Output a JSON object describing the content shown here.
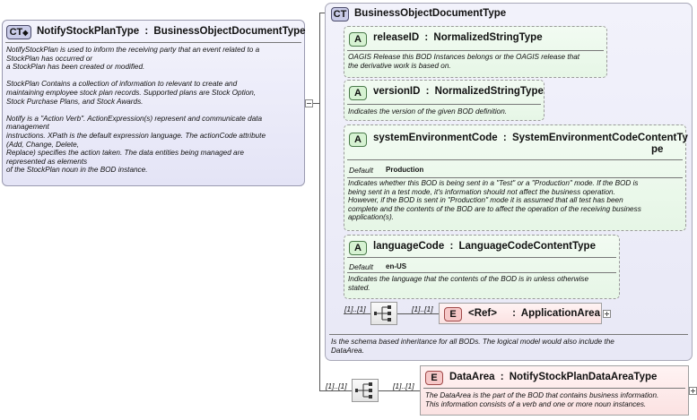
{
  "main_type": {
    "badge": "CT",
    "name": "NotifyStockPlanType",
    "base": "BusinessObjectDocumentType",
    "description": [
      "NotifyStockPlan is used to inform the receiving party that an event related to a",
      "StockPlan has occurred or",
      "a StockPlan has been created or modified.",
      "",
      "StockPlan  Contains a collection of information to relevant to create and",
      "maintaining employee stock plan records. Supported plans are Stock Option,",
      "Stock Purchase Plans, and Stock Awards.",
      "",
      "Notify is a \"Action Verb\". ActionExpression(s) represent and communicate data",
      "management",
      "instructions. XPath is the default expression language. The actionCode attribute",
      "(Add, Change, Delete,",
      "Replace) specifies the action taken. The data entities being managed are",
      "represented as elements",
      "of the StockPlan noun in the BOD instance."
    ]
  },
  "base_type": {
    "badge": "CT",
    "name": "BusinessObjectDocumentType",
    "description": [
      "Is the schema based inheritance for all BODs. The logical model would also include the",
      "DataArea."
    ],
    "attributes": [
      {
        "badge": "A",
        "name": "releaseID",
        "type": "NormalizedStringType",
        "description": [
          "OAGIS Release this BOD Instances belongs or the OAGIS release that",
          "the derivative work is based on."
        ]
      },
      {
        "badge": "A",
        "name": "versionID",
        "type": "NormalizedStringType",
        "description": [
          "Indicates the version of the given BOD definition."
        ]
      },
      {
        "badge": "A",
        "name": "systemEnvironmentCode",
        "type_line1": "SystemEnvironmentCodeContentTy",
        "type_line2": "pe",
        "default_label": "Default",
        "default_value": "Production",
        "description": [
          "Indicates whether this BOD is being sent in a \"Test\" or a \"Production\" mode. If the BOD is",
          "being sent in a test mode, it's information should not affect the business operation.",
          "However, if the BOD is sent in \"Production\" mode it is assumed that all test has been",
          "complete and the contents of the BOD are to affect the operation of the receiving business",
          "application(s)."
        ]
      },
      {
        "badge": "A",
        "name": "languageCode",
        "type": "LanguageCodeContentType",
        "default_label": "Default",
        "default_value": "en-US",
        "description": [
          "Indicates the language that the contents of the BOD is in unless otherwise",
          "stated."
        ]
      }
    ],
    "sequence_mult": "[1]..[1]",
    "element_mult": "[1]..[1]",
    "ref_element": {
      "badge": "E",
      "ref": "<Ref>",
      "name": "ApplicationArea"
    }
  },
  "outer_sequence_mult": "[1]..[1]",
  "data_area": {
    "mult": "[1]..[1]",
    "badge": "E",
    "name": "DataArea",
    "type": "NotifyStockPlanDataAreaType",
    "description": [
      "The DataArea is the part of the BOD that contains business information.",
      "This information consists of a verb and one or more noun instances."
    ]
  },
  "separator": ":",
  "colors": {
    "complex_type_fill": "#e9e9f8",
    "attribute_fill": "#eaf7ea",
    "element_fill": "#fde6e6",
    "badge_ct": "#c9cbe8",
    "badge_a": "#d6f2d2",
    "badge_e": "#f6c8c8"
  }
}
